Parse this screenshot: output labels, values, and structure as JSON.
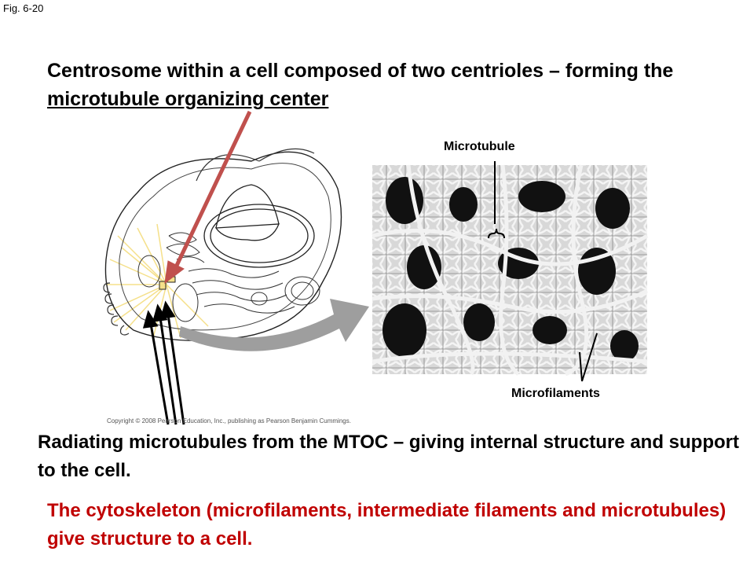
{
  "figure_label": "Fig. 6-20",
  "title": {
    "text_before": "Centrosome within a cell composed of two centrioles – forming the ",
    "underlined": "microtubule organizing center"
  },
  "micrograph_labels": {
    "microtubule": "Microtubule",
    "microfilaments": "Microfilaments"
  },
  "copyright": "Copyright © 2008 Pearson Education, Inc., publishing as Pearson Benjamin Cummings.",
  "caption": "Radiating  microtubules from the MTOC – giving internal structure and support to the cell.",
  "note": "The cytoskeleton (microfilaments, intermediate filaments and microtubules)  give structure to a cell.",
  "colors": {
    "note_text": "#c00000",
    "pointer_arrow": "#c0504d",
    "radiating_rays": "#f5e08a",
    "transition_arrow": "#9e9e9e"
  }
}
